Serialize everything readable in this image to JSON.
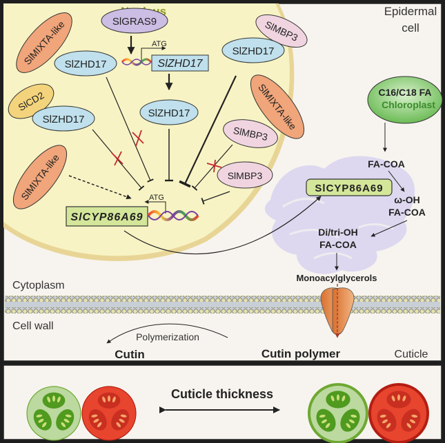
{
  "title": "SlCYP86A69 regulation of cuticle formation",
  "compartments": {
    "nucleus": "Nucleus",
    "epidermal_cell_line1": "Epidermal",
    "epidermal_cell_line2": "cell",
    "cytoplasm": "Cytoplasm",
    "cell_wall": "Cell wall",
    "cuticle": "Cuticle"
  },
  "proteins": {
    "slgras9": "SlGRAS9",
    "slmixta_like_top": "SlMIXTA-like",
    "slzhd17_top": "SlZHD17",
    "slcd2": "SlCD2",
    "slzhd17_cd2": "SlZHD17",
    "slmixta_like_bottom": "SlMIXTA-like",
    "slzhd17_center": "SlZHD17",
    "slmbp3_top": "SlMBP3",
    "slzhd17_right": "SlZHD17",
    "slmixta_like_right": "SlMIXTA-like",
    "slmbp3_middle": "SlMBP3",
    "slmbp3_bottom": "SlMBP3"
  },
  "genes": {
    "slzhd17_gene": "SlZHD17",
    "slcyp86a69_gene": "SlCYP86A69",
    "atg_top": "ATG",
    "atg_bottom": "ATG"
  },
  "chloroplast": {
    "line1": "C16/C18 FA",
    "line2": "Chloroplast"
  },
  "pathway": {
    "enzyme": "SlCYP86A69",
    "fa_coa": "FA-COA",
    "omega_oh_line1": "ω-OH",
    "omega_oh_line2": "FA-COA",
    "ditri_line1": "Di/tri-OH",
    "ditri_line2": "FA-COA",
    "monoacylglycerols": "Monoacylglycerols",
    "polymerization": "Polymerization",
    "cutin": "Cutin",
    "cutin_polymer": "Cutin polymer"
  },
  "bottom_panel": {
    "label": "Cuticle thickness"
  },
  "colors": {
    "nucleus_fill": "#f7f3c4",
    "nucleus_title": "#8c9a22",
    "background": "#f7f4ef",
    "zhd17_fill": "#bfe0ec",
    "mixta_fill": "#f0a57a",
    "mbp3_fill": "#f0d5e0",
    "gras9_fill": "#cbbde3",
    "cd2_fill": "#f3d47c",
    "gene_box_green": "#d4e69a",
    "chloroplast_fill": "#7cc465",
    "er_fill": "#d9d5ee",
    "inhibition_cross": "#c0272d",
    "transporter": "#e88a45",
    "transport_arrow": "#a63a2a"
  }
}
